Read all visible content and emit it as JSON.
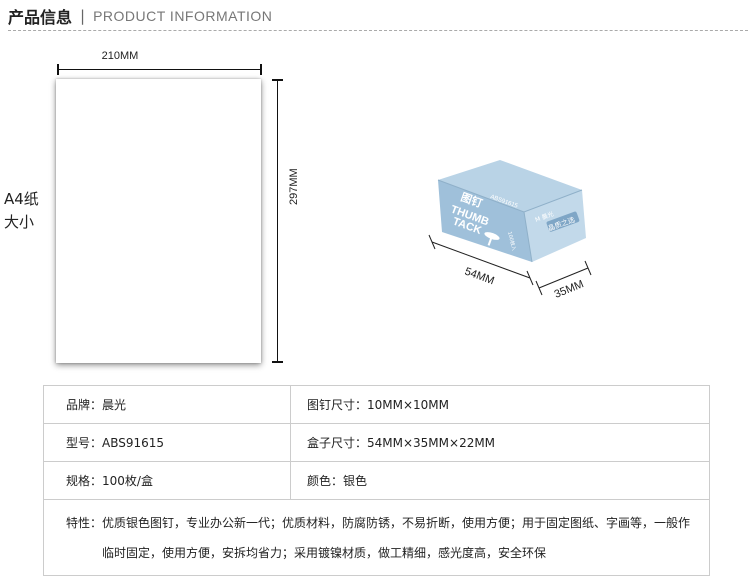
{
  "header": {
    "title_cn": "产品信息",
    "separator": "|",
    "title_en": "PRODUCT INFORMATION"
  },
  "a4": {
    "label_line1": "A4纸",
    "label_line2": "大小",
    "width_label": "210MM",
    "height_label": "297MM"
  },
  "box": {
    "length_label": "54MM",
    "width_label": "35MM",
    "brand": "M 晨光",
    "name_cn": "图钉",
    "name_en_1": "THUMB",
    "name_en_2": "TACK",
    "model": "ABS91615",
    "count": "100枚入",
    "badge": "晶质之选"
  },
  "specs": {
    "brand": "品牌：晨光",
    "tack_size": "图钉尺寸：10MM×10MM",
    "model": "型号：ABS91615",
    "box_size": "盒子尺寸：54MM×35MM×22MM",
    "spec": "规格：100枚/盒",
    "color": "颜色：银色",
    "feature_key": "特性：",
    "feature_value": "优质银色图钉，专业办公新一代；优质材料，防腐防锈，不易折断，使用方便；用于固定图纸、字画等，一般作临时固定，使用方便，安拆均省力；采用镀镍材质，做工精细，感光度高，安全环保"
  }
}
